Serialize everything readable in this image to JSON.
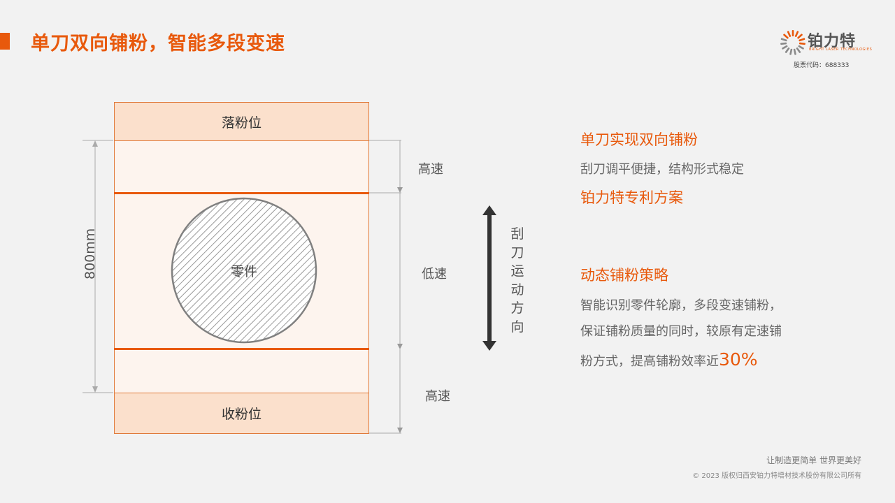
{
  "header": {
    "title": "单刀双向铺粉，智能多段变速",
    "logo_name": "铂力特",
    "logo_subtitle": "BRIGHT LASER TECHNOLOGIES",
    "stock_code": "股票代码：688333"
  },
  "diagram": {
    "top_zone": "落粉位",
    "part_label": "零件",
    "bottom_zone": "收粉位",
    "dimension_label": "800mm",
    "speed_top": "高速",
    "speed_middle": "低速",
    "speed_bottom": "高速",
    "direction_label": [
      "刮",
      "刀",
      "运",
      "动",
      "方",
      "向"
    ]
  },
  "content": {
    "heading1": "单刀实现双向铺粉",
    "text1": "刮刀调平便捷，结构形式稳定",
    "heading2": "铂力特专利方案",
    "heading3": "动态铺粉策略",
    "line1": "智能识别零件轮廓，多段变速铺粉，",
    "line2": "保证铺粉质量的同时，较原有定速铺",
    "line3": "粉方式，提高铺粉效率近",
    "highlight": "30%"
  },
  "footer": {
    "slogan": "让制造更简单  世界更美好",
    "copyright": "© 2023 版权归西安铂力特增材技术股份有限公司所有"
  },
  "colors": {
    "accent": "#e8590c",
    "zone_dark": "#fbe0cc",
    "zone_light": "#fdf4ee",
    "background": "#f2f2f2"
  }
}
